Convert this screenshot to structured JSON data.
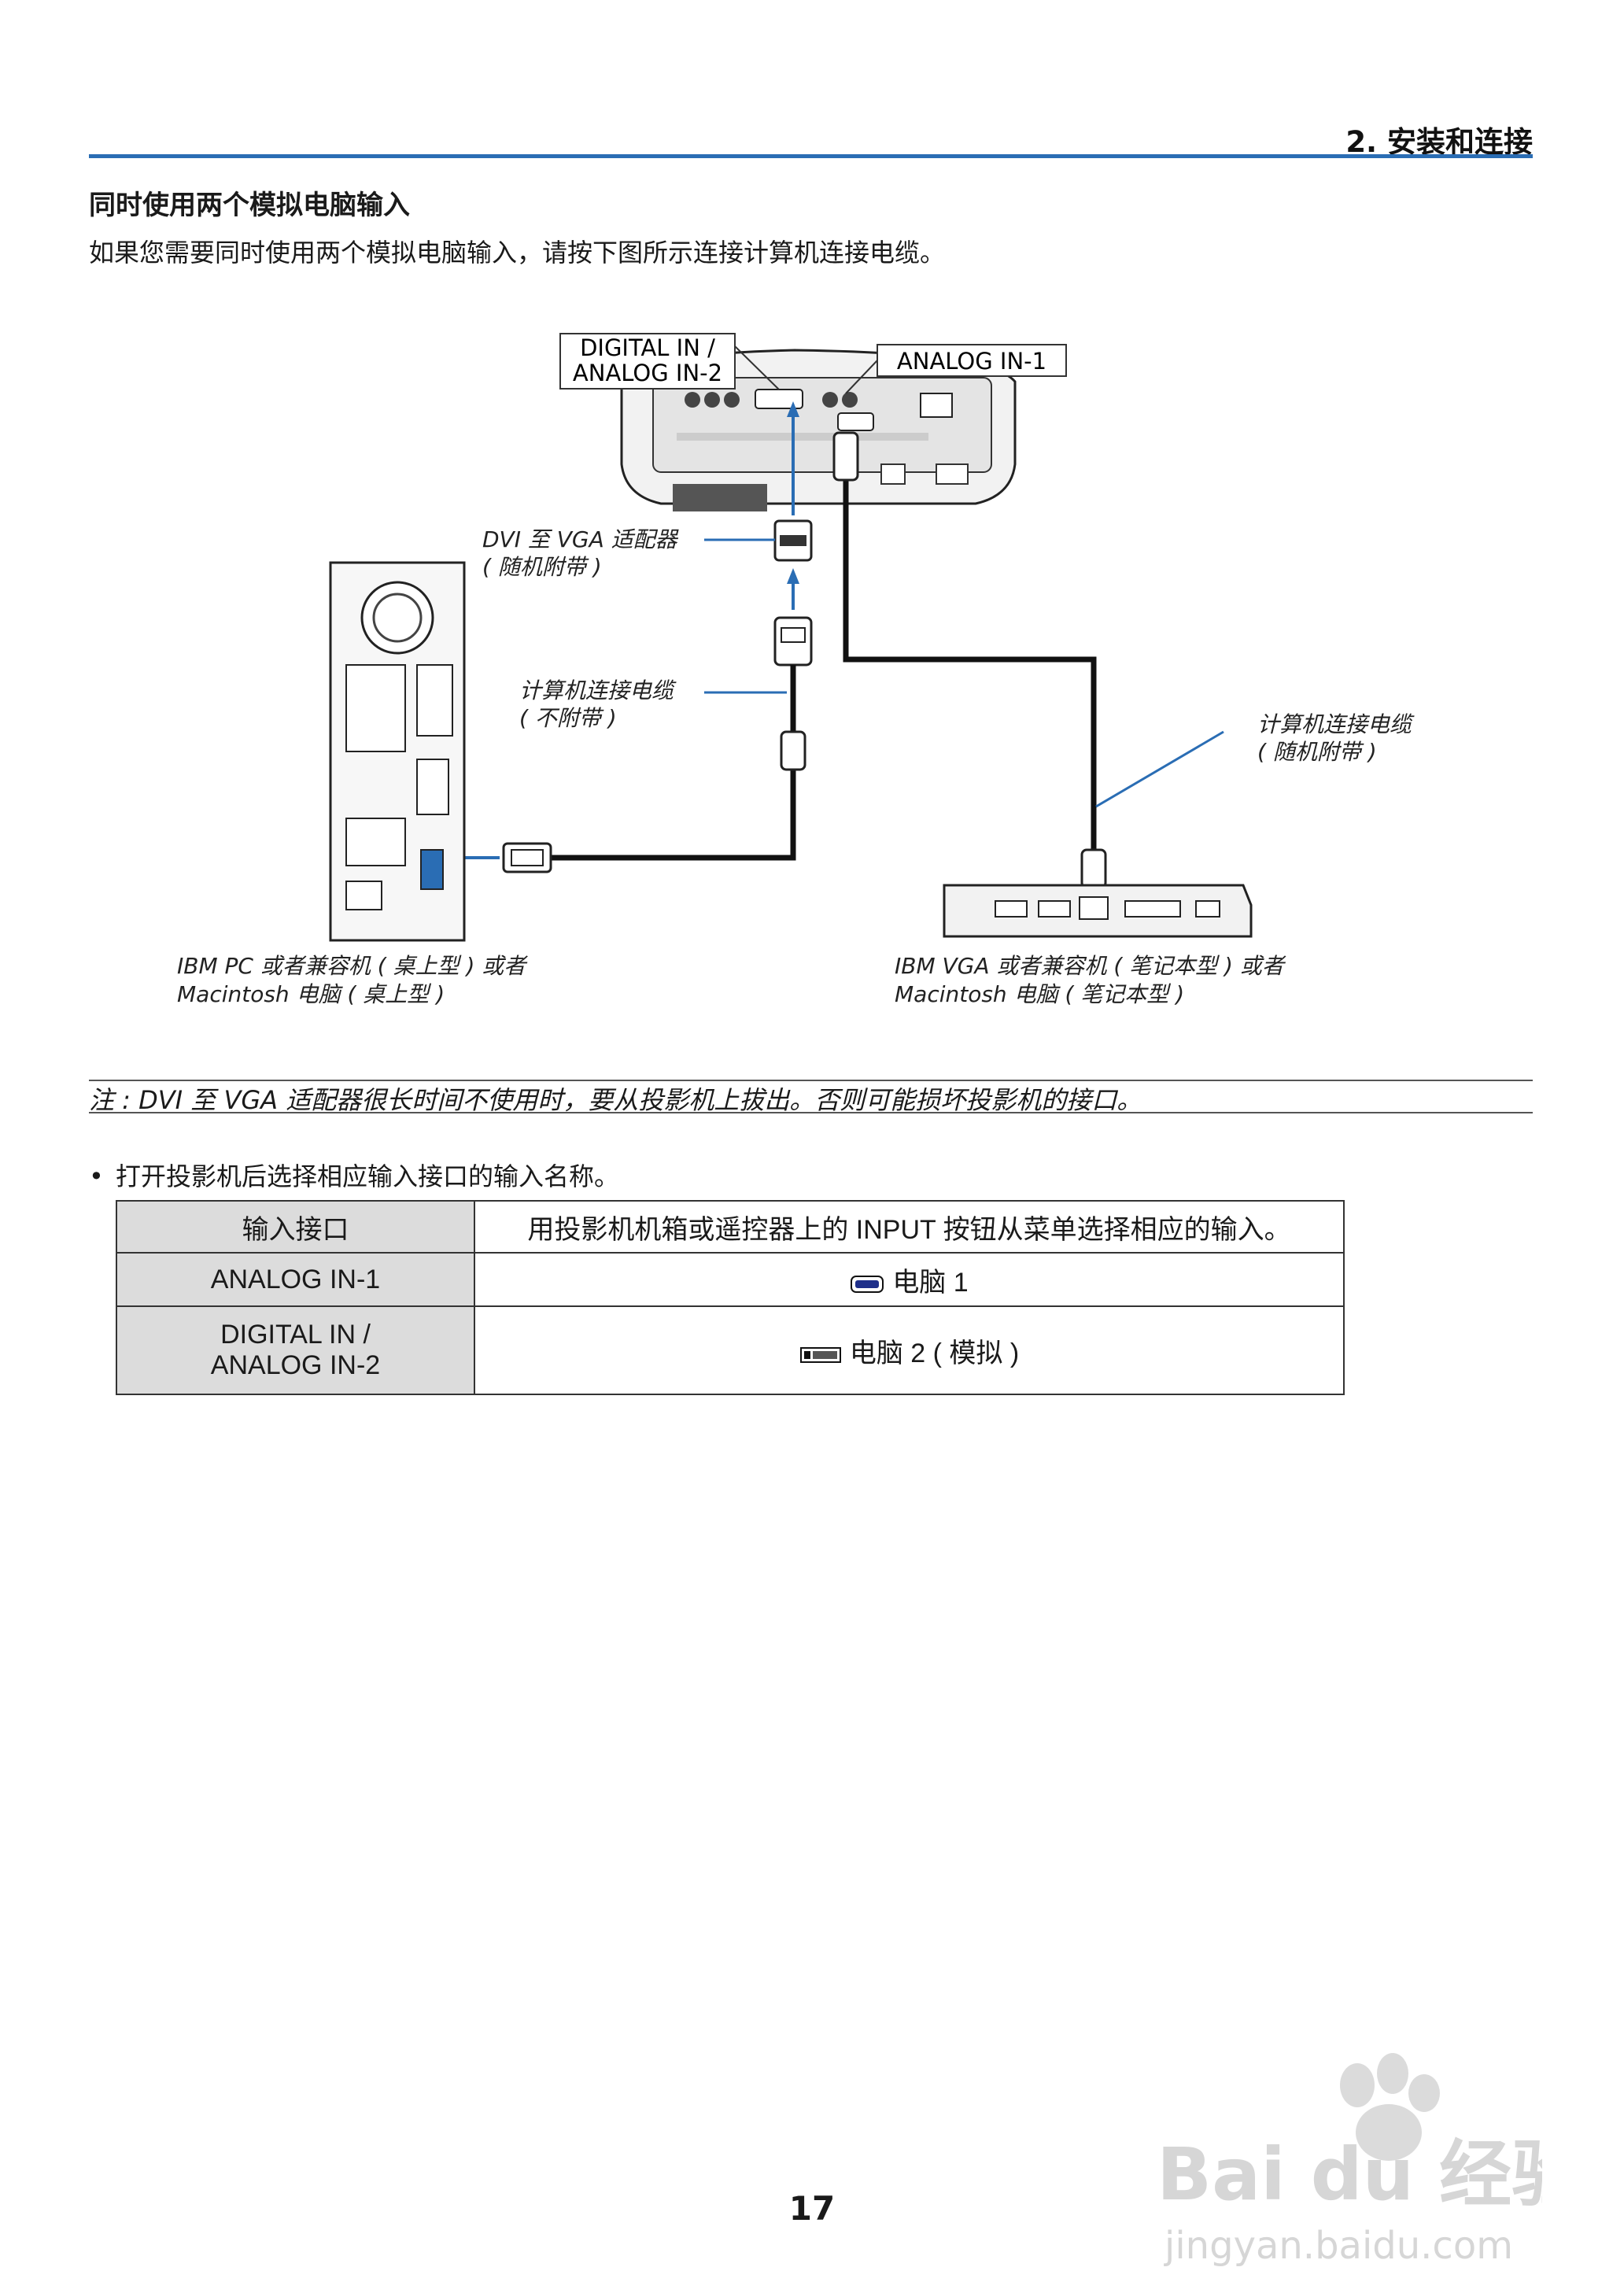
{
  "header": {
    "section": "2. 安装和连接"
  },
  "title": "同时使用两个模拟电脑输入",
  "intro": "如果您需要同时使用两个模拟电脑输入，请按下图所示连接计算机连接电缆。",
  "diagram": {
    "port_label_digital_line1": "DIGITAL IN /",
    "port_label_digital_line2": "ANALOG IN-2",
    "port_label_analog": "ANALOG IN-1",
    "adapter_label_line1": "DVI 至 VGA 适配器",
    "adapter_label_line2": "( 随机附带 )",
    "cable_left_line1": "计算机连接电缆",
    "cable_left_line2": "( 不附带 )",
    "cable_right_line1": "计算机连接电缆",
    "cable_right_line2": "( 随机附带 )",
    "desktop_caption_line1": "IBM PC 或者兼容机 ( 桌上型 ) 或者",
    "desktop_caption_line2": "Macintosh 电脑 ( 桌上型 )",
    "laptop_caption_line1": "IBM VGA 或者兼容机 ( 笔记本型 ) 或者",
    "laptop_caption_line2": "Macintosh 电脑 ( 笔记本型 )",
    "accent_color": "#2a6db4"
  },
  "note": "注 : DVI 至 VGA 适配器很长时间不使用时，要从投影机上拔出。否则可能损坏投影机的接口。",
  "bullet": {
    "marker": "•",
    "text": "打开投影机后选择相应输入接口的输入名称。"
  },
  "table": {
    "header_left": "输入接口",
    "header_right": "用投影机机箱或遥控器上的 INPUT 按钮从菜单选择相应的输入。",
    "row1_left": "ANALOG IN-1",
    "row1_right": "电脑 1",
    "row1_icon": "vga-port-icon",
    "row2_left_line1": "DIGITAL IN /",
    "row2_left_line2": "ANALOG IN-2",
    "row2_right": "电脑 2 ( 模拟 )",
    "row2_icon": "dvi-port-icon"
  },
  "page_number": "17",
  "watermark": {
    "brand": "Bai du 经验",
    "url": "jingyan.baidu.com"
  }
}
